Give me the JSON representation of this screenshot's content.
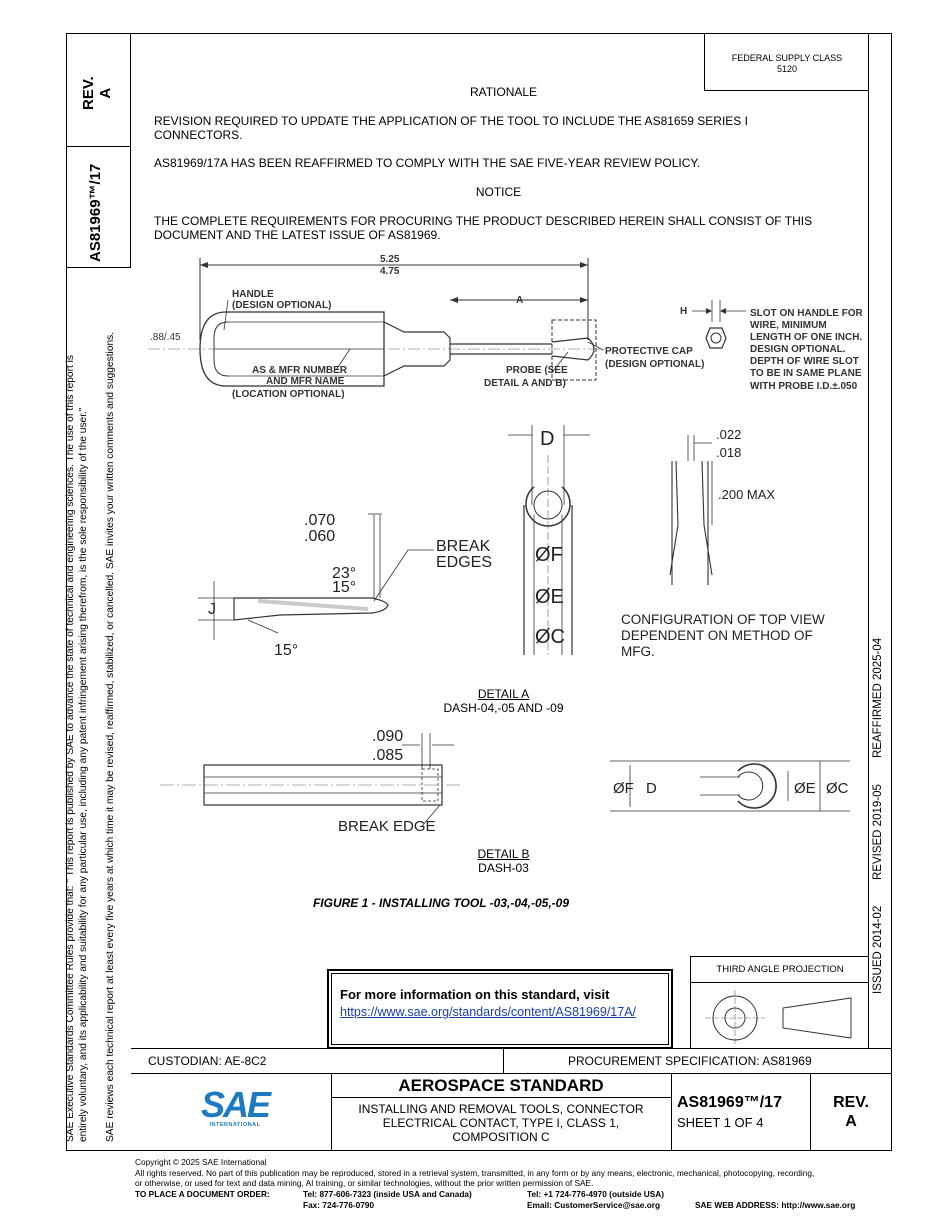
{
  "sidebar": {
    "rev_label": "REV.",
    "rev_value": "A",
    "doc_number": "AS81969™/17",
    "notice_line1": "SAE Executive Standards Committee Rules provide that: \"  This report is published by SAE to advance the state of technical and engineering sciences. The use of this report is",
    "notice_line2": "entirely voluntary, and its applicability and suitability for any particular use, including any patent infringement arising therefrom, is the sole responsibility of the user.\"",
    "notice_line3": "SAE reviews each technical report at least every five years at which time it may be revised, reaffirmed, stabilized, or cancelled. SAE invites your written comments and suggestions."
  },
  "right_strip": {
    "issued": "ISSUED 2014-02",
    "revised": "REVISED 2019-05",
    "reaffirmed": "REAFFIRMED 2025-04"
  },
  "federal_supply": {
    "label": "FEDERAL SUPPLY CLASS",
    "value": "5120"
  },
  "body": {
    "rationale_heading": "RATIONALE",
    "rationale_p1": "REVISION REQUIRED TO UPDATE THE APPLICATION OF THE TOOL TO INCLUDE THE AS81659 SERIES I CONNECTORS.",
    "rationale_p2": "AS81969/17A HAS BEEN REAFFIRMED TO COMPLY WITH THE SAE FIVE-YEAR REVIEW POLICY.",
    "notice_heading": "NOTICE",
    "notice_p": "THE COMPLETE REQUIREMENTS FOR PROCURING THE PRODUCT DESCRIBED HEREIN SHALL CONSIST OF THIS DOCUMENT AND THE LATEST ISSUE OF AS81969."
  },
  "figure": {
    "dim_overall_top": "5.25",
    "dim_overall_bottom": "4.75",
    "dim_a": "A",
    "handle_label_1": "HANDLE",
    "handle_label_2": "(DESIGN OPTIONAL)",
    "dia_label": ".88/.45",
    "as_mfr_1": "AS & MFR NUMBER",
    "as_mfr_2": "AND MFR NAME",
    "as_mfr_3": "(LOCATION OPTIONAL)",
    "probe_1": "PROBE (SEE",
    "probe_2": "DETAIL A AND B)",
    "cap_1": "PROTECTIVE CAP",
    "cap_2": "(DESIGN OPTIONAL)",
    "h_label": "H",
    "slot_1": "SLOT ON HANDLE FOR",
    "slot_2": "WIRE, MINIMUM",
    "slot_3": "LENGTH OF ONE INCH.",
    "slot_4": "DESIGN OPTIONAL.",
    "slot_5": "DEPTH OF WIRE SLOT",
    "slot_6": "TO BE IN SAME PLANE",
    "slot_7": "WITH PROBE I.D.±.050",
    "d_label": "D",
    "dim_022": ".022",
    "dim_018": ".018",
    "dim_200": ".200 MAX",
    "dim_070": ".070",
    "dim_060": ".060",
    "break_edges_1": "BREAK",
    "break_edges_2": "EDGES",
    "angle_23": "23°",
    "angle_15a": "15°",
    "angle_15b": "15°",
    "j_label": "J",
    "phi_f": "ØF",
    "phi_e": "ØE",
    "phi_c": "ØC",
    "config_1": "CONFIGURATION OF TOP VIEW",
    "config_2": "DEPENDENT ON METHOD OF",
    "config_3": "MFG.",
    "detail_a": "DETAIL A",
    "detail_a_sub": "DASH-04,-05 AND -09",
    "dim_090": ".090",
    "dim_085": ".085",
    "break_edge": "BREAK EDGE",
    "b_phi_f": "ØF",
    "b_d": "D",
    "b_phi_e": "ØE",
    "b_phi_c": "ØC",
    "detail_b": "DETAIL B",
    "detail_b_sub": "DASH-03",
    "caption": "FIGURE 1 - INSTALLING TOOL -03,-04,-05,-09"
  },
  "info": {
    "heading": "For more information on this standard, visit",
    "link": "https://www.sae.org/standards/content/AS81969/17A/"
  },
  "projection": {
    "label": "THIRD ANGLE PROJECTION"
  },
  "title_block": {
    "custodian": "CUSTODIAN: AE-8C2",
    "procurement": "PROCUREMENT SPECIFICATION: AS81969",
    "logo_text": "SAE",
    "logo_sub": "INTERNATIONAL",
    "std_type": "AEROSPACE STANDARD",
    "title_1": "INSTALLING AND REMOVAL TOOLS, CONNECTOR",
    "title_2": "ELECTRICAL CONTACT, TYPE I, CLASS 1,",
    "title_3": "COMPOSITION C",
    "doc_number": "AS81969™/17",
    "sheet": "SHEET 1 OF 4",
    "rev_label": "REV.",
    "rev_value": "A"
  },
  "footer": {
    "copyright": "Copyright © 2025 SAE International",
    "rights_1": "All rights reserved. No part of this publication may be reproduced, stored in a retrieval system, transmitted, in any form or by any means, electronic, mechanical, photocopying, recording,",
    "rights_2": "or otherwise, or used for text and data mining, AI training, or similar technologies, without the prior written permission of SAE.",
    "order_label": "TO PLACE A DOCUMENT ORDER:",
    "tel_us": "Tel: 877-606-7323 (inside USA and Canada)",
    "tel_intl": "Tel: +1 724-776-4970 (outside USA)",
    "fax": "Fax: 724-776-0790",
    "email": "Email: CustomerService@sae.org",
    "web": "SAE WEB ADDRESS: http://www.sae.org"
  }
}
